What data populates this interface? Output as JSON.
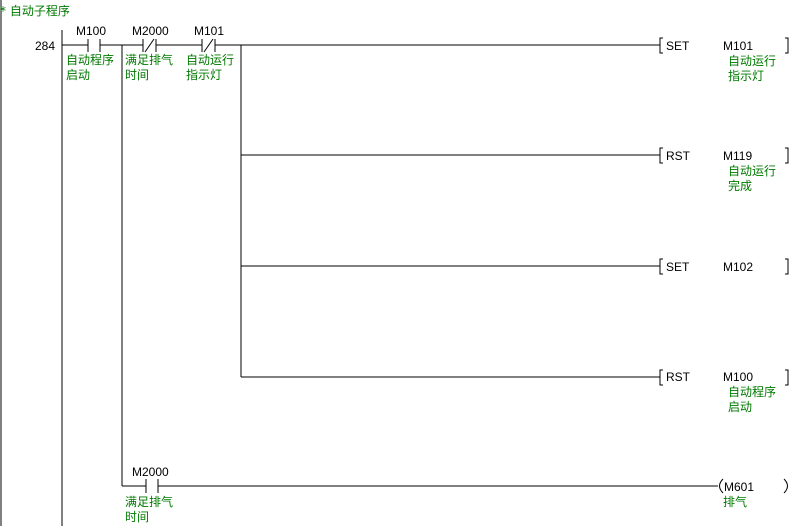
{
  "header_comment": "* 自动子程序",
  "step_number": "284",
  "contacts": [
    {
      "device": "M100",
      "type": "NO",
      "comment": [
        "自动程序",
        "启动"
      ]
    },
    {
      "device": "M2000",
      "type": "NC",
      "comment": [
        "满足排气",
        "时间"
      ]
    },
    {
      "device": "M101",
      "type": "NC",
      "comment": [
        "自动运行",
        "指示灯"
      ]
    },
    {
      "device": "M2000",
      "type": "NO",
      "comment": [
        "满足排气",
        "时间"
      ]
    }
  ],
  "instructions": [
    {
      "op": "SET",
      "device": "M101",
      "comment": [
        "自动运行",
        "指示灯"
      ]
    },
    {
      "op": "RST",
      "device": "M119",
      "comment": [
        "自动运行",
        "完成"
      ]
    },
    {
      "op": "SET",
      "device": "M102",
      "comment": []
    },
    {
      "op": "RST",
      "device": "M100",
      "comment": [
        "自动程序",
        "启动"
      ]
    }
  ],
  "coil": {
    "device": "M601",
    "comment": [
      "排气"
    ]
  },
  "colors": {
    "line": "#000000",
    "comment": "#007a00",
    "background": "#ffffff"
  }
}
